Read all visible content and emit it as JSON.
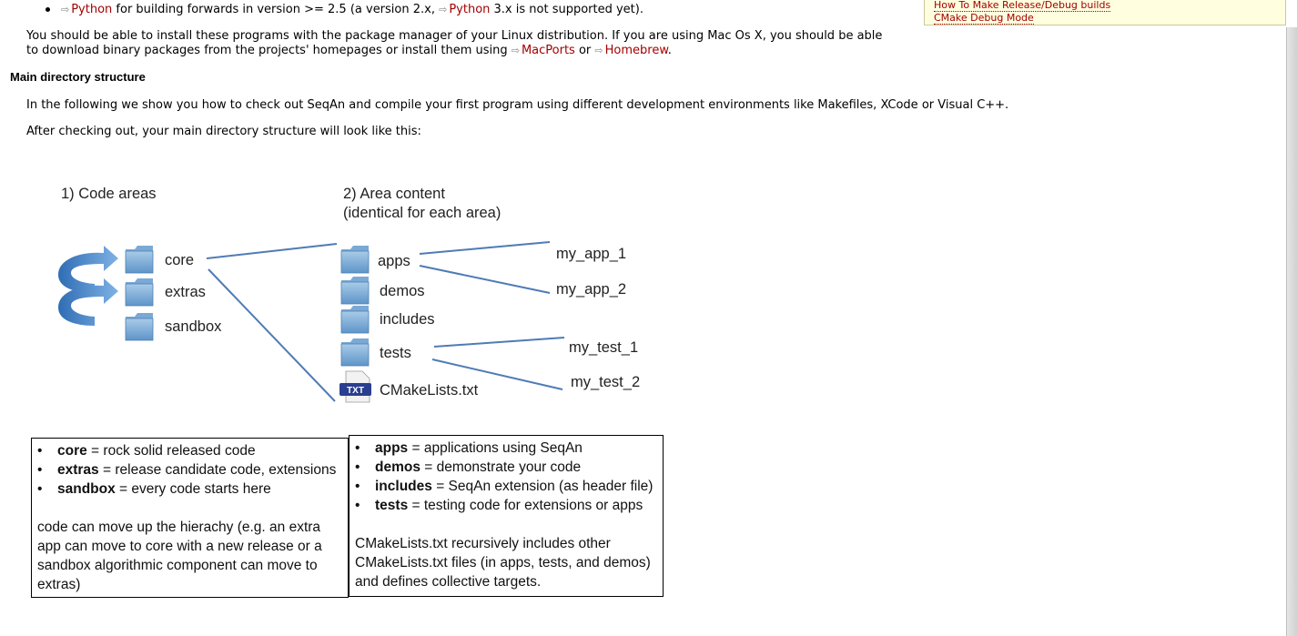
{
  "sidebar": {
    "links": [
      "How To Make Release/Debug builds",
      "CMake Debug Mode"
    ]
  },
  "prereq": {
    "python_link": "Python",
    "text_a": " for building forwards in version >= 2.5 (a version 2.x, ",
    "python3_link": "Python",
    "text_b": " 3.x is not supported yet)."
  },
  "install": {
    "line1": "You should be able to install these programs with the package manager of your Linux distribution. If you are using Mac Os X, you should be able",
    "line2_a": "to download binary packages from the projects' homepages or install them using ",
    "macports_link": "MacPorts",
    "or": " or ",
    "homebrew_link": "Homebrew",
    "period": "."
  },
  "section": {
    "heading": "Main directory structure",
    "intro": "In the following we show you how to check out SeqAn and compile your first program using different development environments like Makefiles, XCode or Visual C++.",
    "after": "After checking out, your main directory structure will look like this:"
  },
  "diagram": {
    "col1_title": "1) Code areas",
    "col2_title_1": "2) Area content",
    "col2_title_2": "(identical for each area)",
    "areas": [
      "core",
      "extras",
      "sandbox"
    ],
    "contents": [
      "apps",
      "demos",
      "includes",
      "tests",
      "CMakeLists.txt"
    ],
    "file_badge": "TXT",
    "apps_children": [
      "my_app_1",
      "my_app_2"
    ],
    "tests_children": [
      "my_test_1",
      "my_test_2"
    ]
  },
  "box_left": {
    "items": [
      {
        "term": "core",
        "desc": " = rock solid released code"
      },
      {
        "term": "extras",
        "desc": " = release candidate code, extensions"
      },
      {
        "term": "sandbox",
        "desc": " = every code starts here"
      }
    ],
    "note": "code can move up the hierachy (e.g. an extra app can move to core with a new release or a sandbox algorithmic component can move to extras)"
  },
  "box_right": {
    "items": [
      {
        "term": "apps",
        "desc": " = applications using SeqAn"
      },
      {
        "term": "demos",
        "desc": " = demonstrate your code"
      },
      {
        "term": "includes",
        "desc": " = SeqAn extension (as header file)"
      },
      {
        "term": "tests",
        "desc": " = testing code for extensions or apps"
      }
    ],
    "note": "CMakeLists.txt recursively includes other CMakeLists.txt files (in apps, tests, and demos) and defines collective targets."
  },
  "colors": {
    "link": "#a40000",
    "sidebox_bg": "#ffffe0",
    "line": "#4f7bb5",
    "arrow": "#4a86c8"
  }
}
